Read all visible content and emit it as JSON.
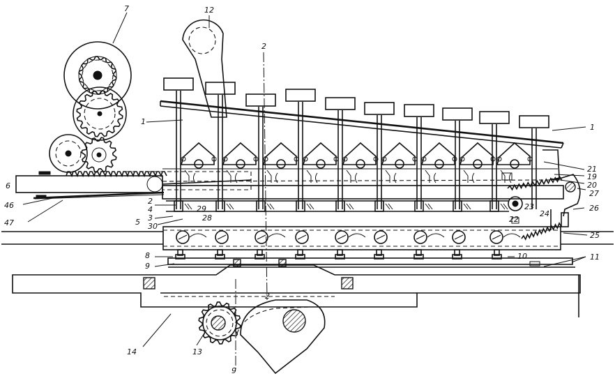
{
  "labels": [
    {
      "id": "7",
      "text": "7"
    },
    {
      "id": "12",
      "text": "12"
    },
    {
      "id": "2-top",
      "text": "2"
    },
    {
      "id": "1-left",
      "text": "1"
    },
    {
      "id": "1-right",
      "text": "1"
    },
    {
      "id": "6",
      "text": "6"
    },
    {
      "id": "46",
      "text": "46"
    },
    {
      "id": "47",
      "text": "47"
    },
    {
      "id": "2-left",
      "text": "2"
    },
    {
      "id": "4",
      "text": "4"
    },
    {
      "id": "3",
      "text": "3"
    },
    {
      "id": "5",
      "text": "5"
    },
    {
      "id": "29",
      "text": "29"
    },
    {
      "id": "28",
      "text": "28"
    },
    {
      "id": "30",
      "text": "30"
    },
    {
      "id": "8",
      "text": "8"
    },
    {
      "id": "9-left",
      "text": "9"
    },
    {
      "id": "19",
      "text": "19"
    },
    {
      "id": "20",
      "text": "20"
    },
    {
      "id": "21",
      "text": "21"
    },
    {
      "id": "27",
      "text": "27"
    },
    {
      "id": "23",
      "text": "23"
    },
    {
      "id": "22",
      "text": "22"
    },
    {
      "id": "24",
      "text": "24"
    },
    {
      "id": "26",
      "text": "26"
    },
    {
      "id": "25",
      "text": "25"
    },
    {
      "id": "10",
      "text": "10"
    },
    {
      "id": "11",
      "text": "11"
    },
    {
      "id": "2-bottom",
      "text": "2"
    },
    {
      "id": "14",
      "text": "14"
    },
    {
      "id": "13",
      "text": "13"
    },
    {
      "id": "9-bottom",
      "text": "9"
    }
  ]
}
